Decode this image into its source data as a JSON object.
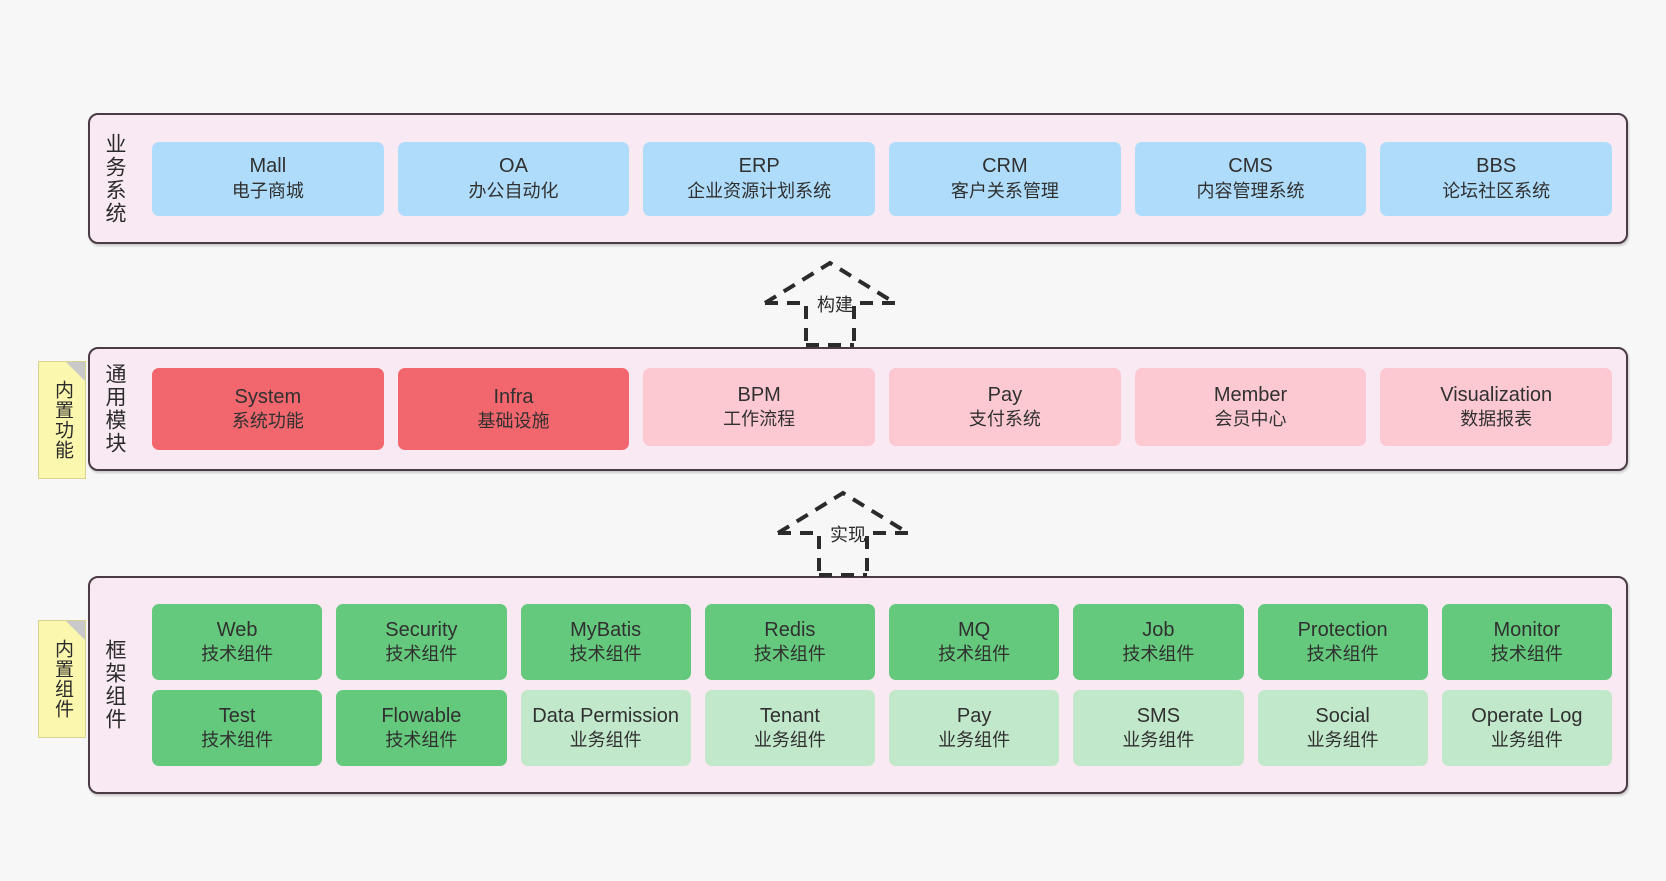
{
  "diagram": {
    "background_color": "#f7f7f7",
    "layer_fill": "#f8e9f3",
    "layer_border": "#4a3b45"
  },
  "layers": [
    {
      "id": "business-system",
      "label": "业务系统",
      "card_color": "#aedcfa",
      "rows": [
        [
          {
            "title": "Mall",
            "subtitle": "电子商城"
          },
          {
            "title": "OA",
            "subtitle": "办公自动化"
          },
          {
            "title": "ERP",
            "subtitle": "企业资源计划系统"
          },
          {
            "title": "CRM",
            "subtitle": "客户关系管理"
          },
          {
            "title": "CMS",
            "subtitle": "内容管理系统"
          },
          {
            "title": "BBS",
            "subtitle": "论坛社区系统"
          }
        ]
      ]
    },
    {
      "id": "common-module",
      "label": "通用模块",
      "card_color_primary": "#f2676d",
      "card_color_secondary": "#fcc9d3",
      "rows": [
        [
          {
            "title": "System",
            "subtitle": "系统功能"
          },
          {
            "title": "Infra",
            "subtitle": "基础设施"
          },
          {
            "title": "BPM",
            "subtitle": "工作流程"
          },
          {
            "title": "Pay",
            "subtitle": "支付系统"
          },
          {
            "title": "Member",
            "subtitle": "会员中心"
          },
          {
            "title": "Visualization",
            "subtitle": "数据报表"
          }
        ]
      ]
    },
    {
      "id": "framework-component",
      "label": "框架组件",
      "card_color_primary": "#64c97c",
      "card_color_secondary": "#c2e8cb",
      "rows": [
        [
          {
            "title": "Web",
            "subtitle": "技术组件"
          },
          {
            "title": "Security",
            "subtitle": "技术组件"
          },
          {
            "title": "MyBatis",
            "subtitle": "技术组件"
          },
          {
            "title": "Redis",
            "subtitle": "技术组件"
          },
          {
            "title": "MQ",
            "subtitle": "技术组件"
          },
          {
            "title": "Job",
            "subtitle": "技术组件"
          },
          {
            "title": "Protection",
            "subtitle": "技术组件"
          },
          {
            "title": "Monitor",
            "subtitle": "技术组件"
          }
        ],
        [
          {
            "title": "Test",
            "subtitle": "技术组件"
          },
          {
            "title": "Flowable",
            "subtitle": "技术组件"
          },
          {
            "title": "Data Permission",
            "subtitle": "业务组件"
          },
          {
            "title": "Tenant",
            "subtitle": "业务组件"
          },
          {
            "title": "Pay",
            "subtitle": "业务组件"
          },
          {
            "title": "SMS",
            "subtitle": "业务组件"
          },
          {
            "title": "Social",
            "subtitle": "业务组件"
          },
          {
            "title": "Operate Log",
            "subtitle": "业务组件"
          }
        ]
      ]
    }
  ],
  "notes": [
    {
      "id": "builtin-feature",
      "label": "内置功能"
    },
    {
      "id": "builtin-component",
      "label": "内置组件"
    }
  ],
  "arrows": [
    {
      "id": "build",
      "label": "构建"
    },
    {
      "id": "implement",
      "label": "实现"
    }
  ]
}
